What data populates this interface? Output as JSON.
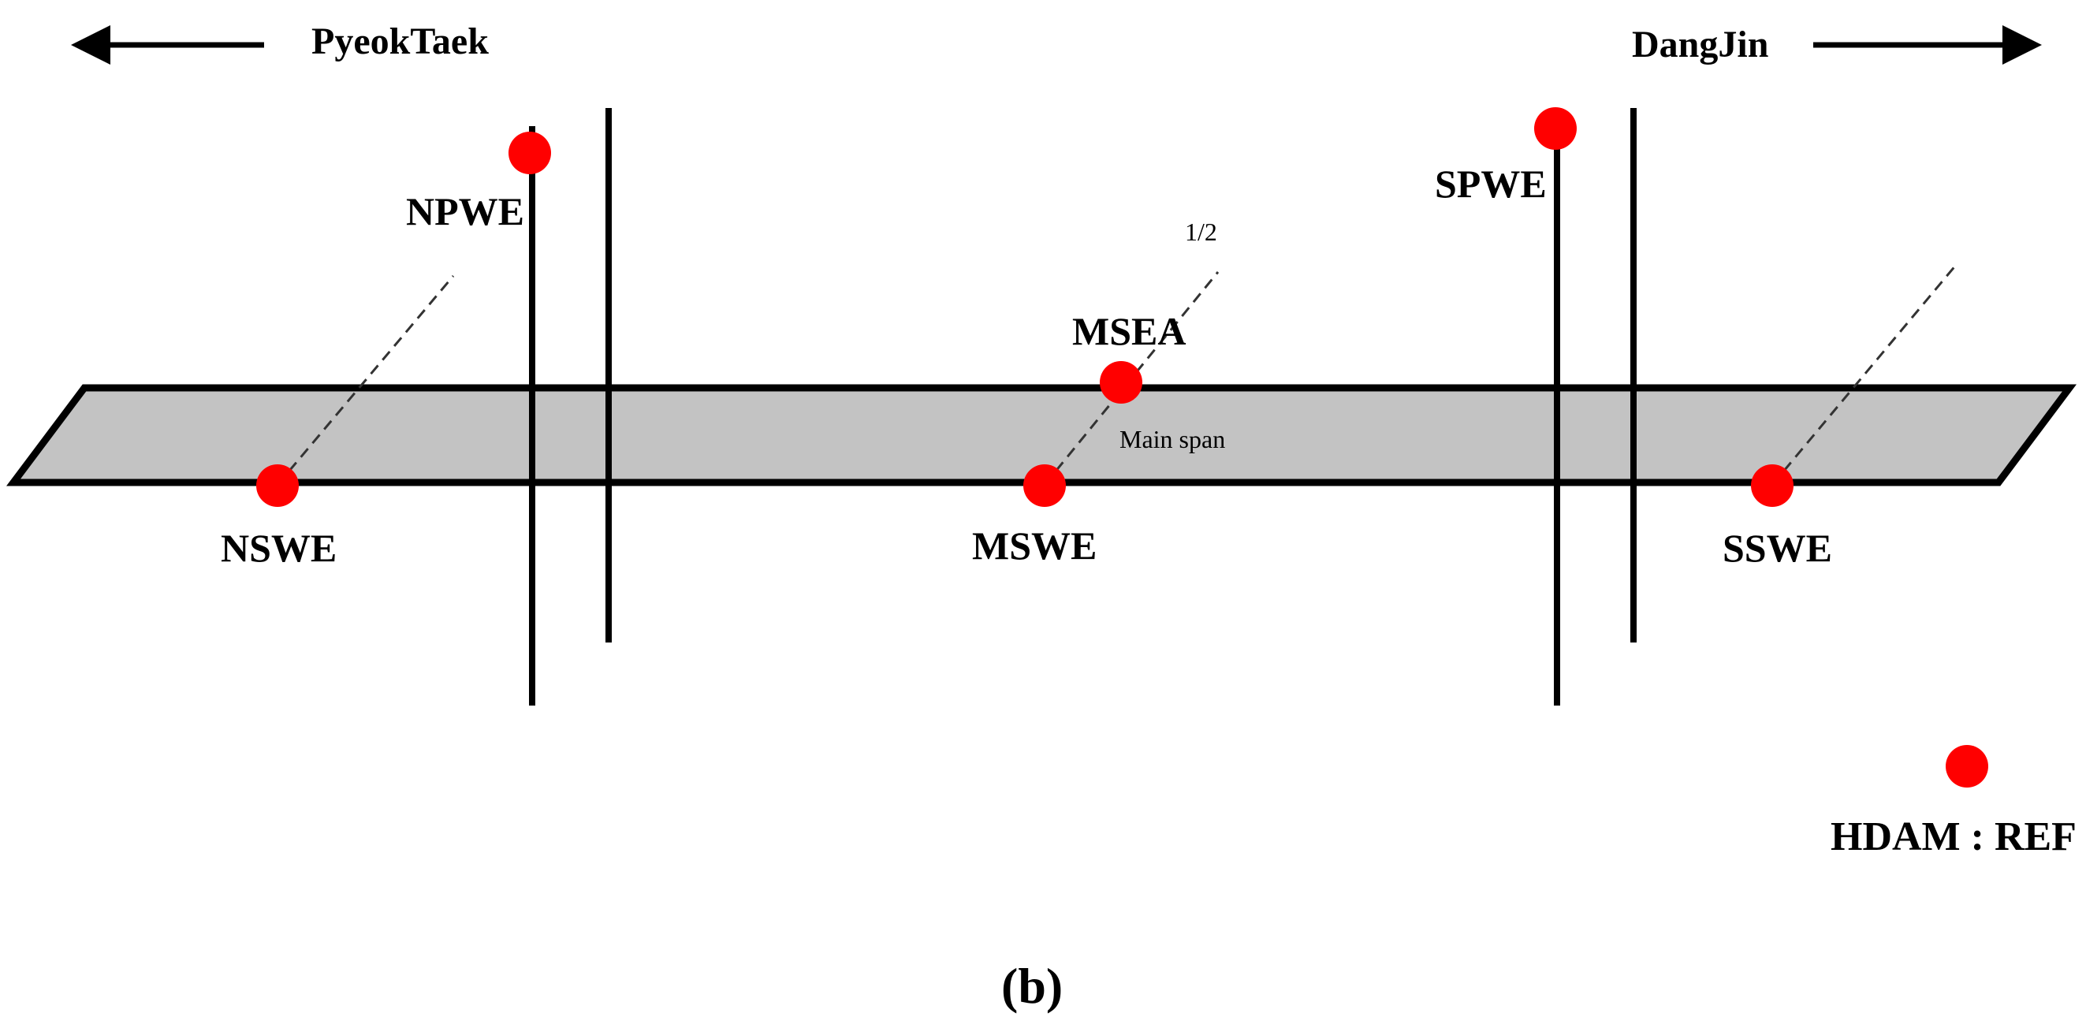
{
  "directions": {
    "left": "PyeokTaek",
    "right": "DangJin"
  },
  "deck": {
    "label": "Main span",
    "fraction_label": "1/2"
  },
  "sensors": {
    "npwe": "NPWE",
    "spwe": "SPWE",
    "msea": "MSEA",
    "nswe": "NSWE",
    "mswe": "MSWE",
    "sswe": "SSWE",
    "reference": "HDAM : REF"
  },
  "caption": "(b)",
  "colors": {
    "sensor_marker": "#ff0000",
    "deck_fill": "#c3c3c3",
    "line": "#000000"
  }
}
